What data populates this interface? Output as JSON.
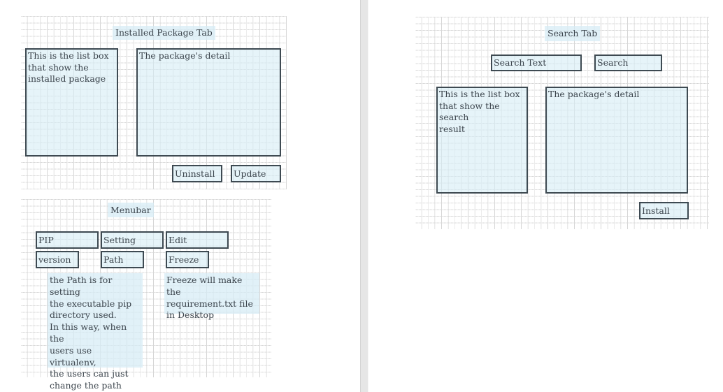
{
  "installed_tab": {
    "title": "Installed Package Tab",
    "list_box_text": "This is the list box\nthat show the\ninstalled package",
    "detail_box_text": "The package's detail",
    "uninstall_label": "Uninstall",
    "update_label": "Update"
  },
  "menubar": {
    "title": "Menubar",
    "menus": [
      {
        "label": "PIP",
        "items": [
          "version"
        ]
      },
      {
        "label": "Setting",
        "items": [
          "Path"
        ]
      },
      {
        "label": "Edit",
        "items": [
          "Freeze"
        ]
      }
    ],
    "path_note": "the Path is for setting\nthe executable pip\ndirectory used.\nIn this way, when the\nusers use virtualenv,\nthe users can just\nchange the path",
    "freeze_note": "Freeze will make the\nrequirement.txt file\nin Desktop"
  },
  "search_tab": {
    "title": "Search Tab",
    "search_text_label": "Search Text",
    "search_button_label": "Search Button",
    "list_box_text": "This is the list box\nthat show the search\nresult",
    "detail_box_text": "The package's detail",
    "install_label": "Install"
  },
  "colors": {
    "box_fill": "#d6ecf5",
    "box_border": "#3e4a52",
    "grid_line": "#d6d6d6",
    "divider": "#e6e6e6"
  }
}
